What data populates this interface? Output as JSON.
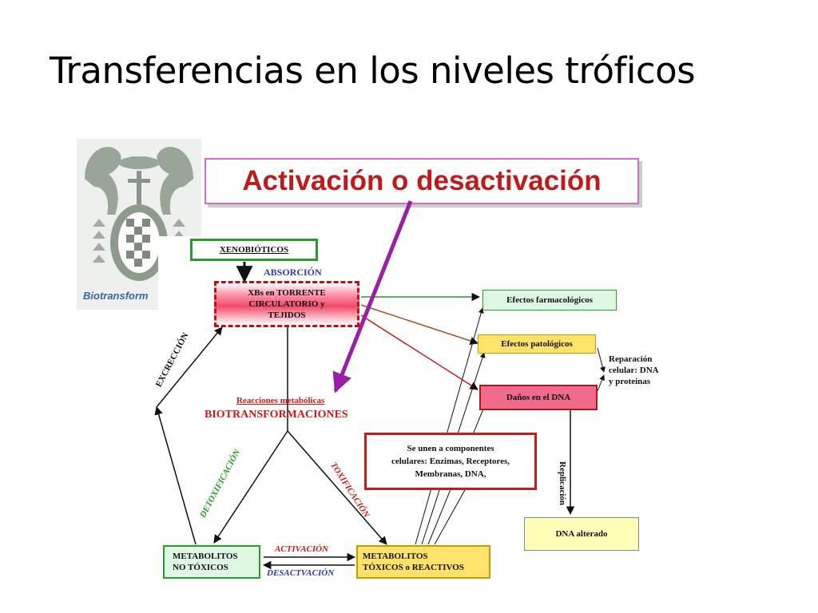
{
  "slide": {
    "title": "Transferencias en los niveles tróficos"
  },
  "logo": {
    "text": "Biotransform"
  },
  "banner": {
    "text": "Activación o desactivación"
  },
  "diagram": {
    "xenobioticos": "XENOBIÓTICOS",
    "absorcion": "ABSORCIÓN",
    "xbs_line1": "XBs  en TORRENTE",
    "xbs_line2": "CIRCULATORIO y",
    "xbs_line3": "TEJIDOS",
    "excrecion": "EXCRECCIÓN",
    "reacciones": "Reacciones metabólicas",
    "biotransformaciones": "BIOTRANSFORMACIONES",
    "detoxificacion": "DETOXIFICACIÓN",
    "toxificacion": "TOXIFICACIÓN",
    "activacion": "ACTIVACIÓN",
    "desactivacion": "DESACTVACIÓN",
    "metab_no_tox_1": "METABOLITOS",
    "metab_no_tox_2": "NO TÓXICOS",
    "metab_tox_1": "METABOLITOS",
    "metab_tox_2": "TÓXICOS o REACTIVOS",
    "efectos_farm": "Efectos farmacológicos",
    "efectos_pat": "Efectos patológicos",
    "danos_dna": "Daños en el DNA",
    "reparacion_1": "Reparación",
    "reparacion_2": "celular: DNA",
    "reparacion_3": "y proteínas",
    "replicacion": "Replicación",
    "dna_alterado": "DNA alterado",
    "se_unen_1": "Se unen a componentes",
    "se_unen_2": "celulares: Enzimas, Receptores,",
    "se_unen_3": "Membranas, DNA,"
  },
  "colors": {
    "green_border": "#2a9a2a",
    "red": "#cc1a1a",
    "purple_arrow": "#9a1fa6",
    "blue_text": "#2c3aa8",
    "pink_fill": "#f06a8c",
    "yellow_fill": "#ffe26a",
    "light_green_fill": "#dff8e3",
    "light_yellow_fill": "#ffffb8"
  }
}
